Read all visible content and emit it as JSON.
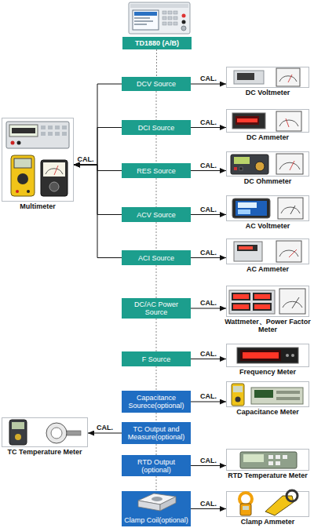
{
  "diagram": {
    "nodes": [
      {
        "text": [
          "TD1880 (A/B)"
        ]
      },
      {
        "text": [
          "DCV Source"
        ]
      },
      {
        "text": [
          "DC Voltmeter"
        ]
      },
      {
        "text": [
          "DCI Source"
        ]
      },
      {
        "text": [
          "DC Ammeter"
        ]
      },
      {
        "text": [
          "Multimeter"
        ]
      },
      {
        "text": [
          "RES Source"
        ]
      },
      {
        "text": [
          "DC Ohmmeter"
        ]
      },
      {
        "text": [
          "ACV Source"
        ]
      },
      {
        "text": [
          "AC Voltmeter"
        ]
      },
      {
        "text": [
          "ACI Source"
        ]
      },
      {
        "text": [
          "AC Ammeter"
        ]
      },
      {
        "text": [
          "DC/AC Power Source"
        ]
      },
      {
        "text": [
          "Wattmeter、Power Factor Meter"
        ]
      },
      {
        "text": [
          "F Source"
        ]
      },
      {
        "text": [
          "Frequency Meter"
        ]
      },
      {
        "text": [
          "Capacitance Sourece(optional)"
        ]
      },
      {
        "text": [
          "Capacitance Meter"
        ]
      },
      {
        "text": [
          "TC Temperature Meter"
        ]
      },
      {
        "text": [
          "TC Output and Measure(optional)"
        ]
      },
      {
        "text": [
          "RTD Output (optional)"
        ]
      },
      {
        "text": [
          "RTD Temperature Meter"
        ]
      },
      {
        "text": [
          "Clamp Coil(optional)"
        ]
      },
      {
        "text": [
          "Clamp Ammeter"
        ]
      }
    ],
    "edges": [
      {
        "from": 0,
        "to": 1,
        "arrow": "none"
      },
      {
        "from": 1,
        "to": 3,
        "arrow": "none"
      },
      {
        "from": 3,
        "to": 6,
        "arrow": "none"
      },
      {
        "from": 6,
        "to": 8,
        "arrow": "none"
      },
      {
        "from": 8,
        "to": 10,
        "arrow": "none"
      },
      {
        "from": 10,
        "to": 12,
        "arrow": "none"
      },
      {
        "from": 12,
        "to": 14,
        "arrow": "none"
      },
      {
        "from": 14,
        "to": 16,
        "arrow": "none"
      },
      {
        "from": 16,
        "to": 19,
        "arrow": "none"
      },
      {
        "from": 19,
        "to": 20,
        "arrow": "none"
      },
      {
        "from": 20,
        "to": 22,
        "arrow": "none"
      },
      {
        "from": 1,
        "to": 2,
        "label": "CAL.",
        "arrow": "to"
      },
      {
        "from": 3,
        "to": 4,
        "label": "CAL.",
        "arrow": "to"
      },
      {
        "from": 6,
        "to": 7,
        "label": "CAL.",
        "arrow": "to"
      },
      {
        "from": 8,
        "to": 9,
        "label": "CAL.",
        "arrow": "to"
      },
      {
        "from": 10,
        "to": 11,
        "label": "CAL.",
        "arrow": "to"
      },
      {
        "from": 12,
        "to": 13,
        "label": "CAL.",
        "arrow": "to"
      },
      {
        "from": 14,
        "to": 15,
        "label": "CAL.",
        "arrow": "to"
      },
      {
        "from": 16,
        "to": 17,
        "label": "CAL.",
        "arrow": "to"
      },
      {
        "from": 19,
        "to": 18,
        "label": "CAL.",
        "arrow": "to"
      },
      {
        "from": 20,
        "to": 21,
        "label": "CAL.",
        "arrow": "to"
      },
      {
        "from": 22,
        "to": 23,
        "label": "CAL.",
        "arrow": "to"
      },
      {
        "from": 1,
        "to": 5,
        "arrow": "to"
      },
      {
        "from": 3,
        "to": 5,
        "arrow": "to"
      },
      {
        "from": 6,
        "to": 5,
        "label": "CAL.",
        "arrow": "to"
      },
      {
        "from": 8,
        "to": 5,
        "arrow": "to"
      },
      {
        "from": 10,
        "to": 5,
        "arrow": "to"
      }
    ]
  }
}
